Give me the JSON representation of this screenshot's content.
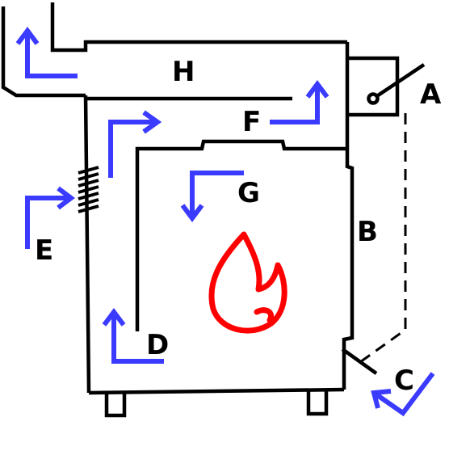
{
  "labels": {
    "A": "A",
    "B": "B",
    "C": "C",
    "D": "D",
    "E": "E",
    "F": "F",
    "G": "G",
    "H": "H"
  },
  "colors": {
    "structure": "#000000",
    "airflow_arrows": "#3b3bff",
    "flame": "#ff0000"
  },
  "icons": {
    "flame": "flame-icon",
    "coil": "coil-icon"
  }
}
